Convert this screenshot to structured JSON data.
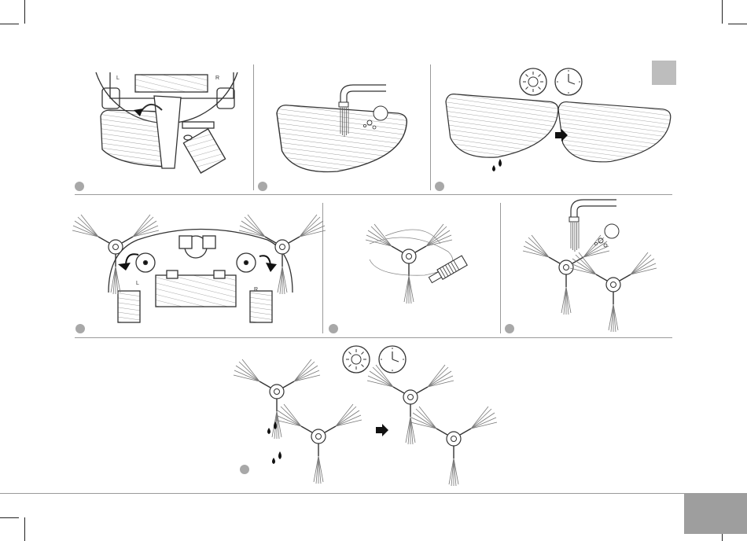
{
  "page": {
    "step_badges": [
      {
        "id": "mop-remove",
        "label": ""
      },
      {
        "id": "mop-rinse",
        "label": ""
      },
      {
        "id": "mop-dry",
        "label": ""
      },
      {
        "id": "brush-remove",
        "label": ""
      },
      {
        "id": "brush-cut-hair",
        "label": ""
      },
      {
        "id": "brush-rinse",
        "label": ""
      },
      {
        "id": "brush-dry",
        "label": ""
      }
    ],
    "robot_side_labels": {
      "left": "L",
      "right": "R"
    },
    "icons": [
      "sun-icon",
      "clock-icon",
      "right-arrow-icon",
      "water-drops-icon",
      "faucet-icon",
      "scissors-icon",
      "curved-arrow-icon"
    ],
    "colors": {
      "accent_tab": "#bdbdbd",
      "page_tab": "#9e9e9e",
      "step_dot": "#a8a8a8",
      "line": "#333333"
    }
  }
}
